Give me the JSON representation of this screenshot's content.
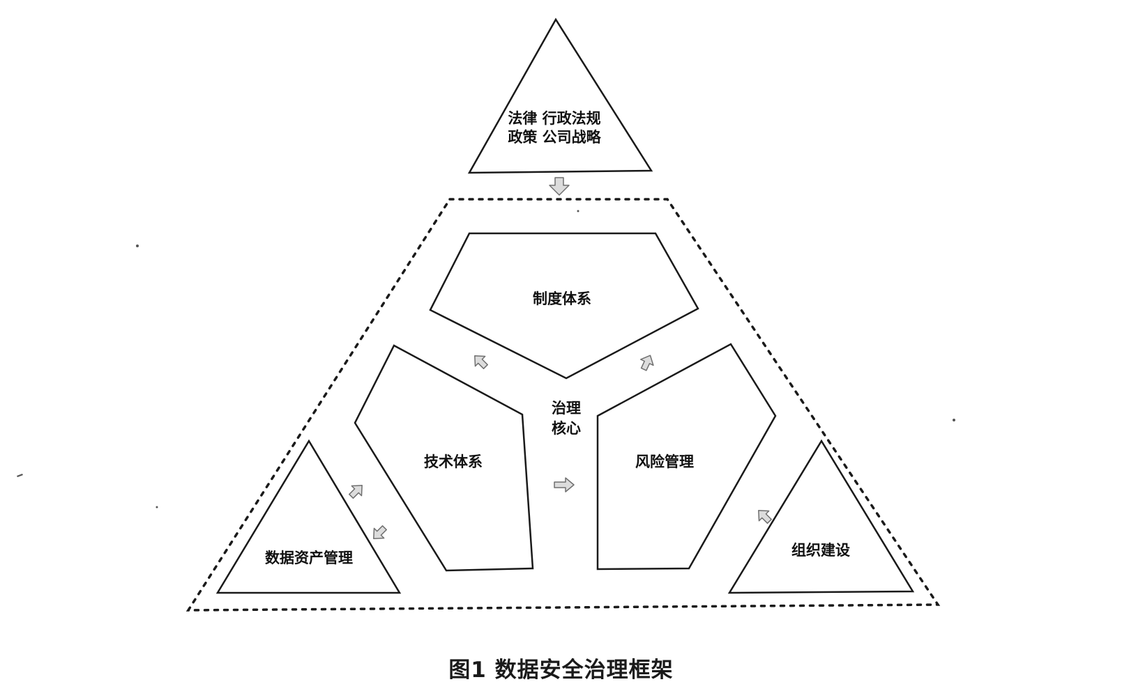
{
  "top_triangle": {
    "line1": "法律 行政法规",
    "line2": "政策  公司战略"
  },
  "core": {
    "line1": "治理",
    "line2": "核心"
  },
  "blocks": {
    "system": "制度体系",
    "tech": "技术体系",
    "risk": "风险管理"
  },
  "corners": {
    "data_asset": "数据资产管理",
    "org": "组织建设"
  },
  "caption": "图1  数据安全治理框架"
}
